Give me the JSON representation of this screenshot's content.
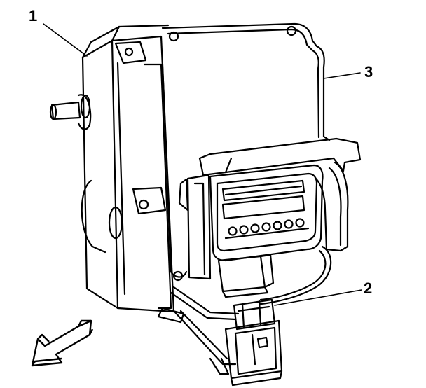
{
  "callouts": {
    "one": "1",
    "two": "2",
    "three": "3"
  },
  "colors": {
    "ink": "#000000",
    "paper": "#ffffff",
    "arrow_fill": "#ffffff"
  }
}
